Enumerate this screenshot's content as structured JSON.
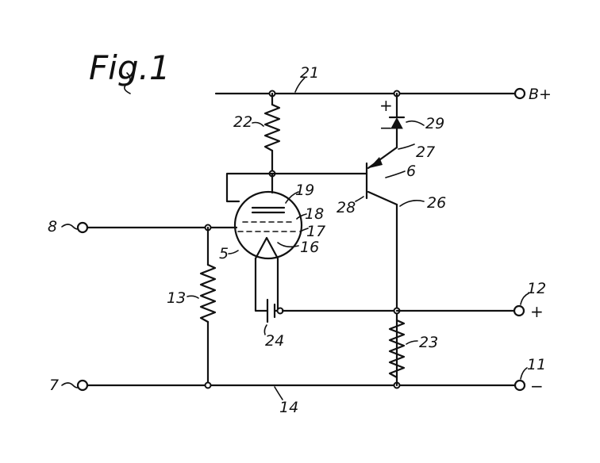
{
  "figure": {
    "title": "Fig.1"
  },
  "labels": {
    "bus_b_plus_line": "21",
    "resistor_plate": "22",
    "diode": "29",
    "emitter": "27",
    "transistor": "6",
    "base": "28",
    "collector": "26",
    "plate": "19",
    "grid_18": "18",
    "grid_17": "17",
    "cathode": "16",
    "tube": "5",
    "input_terminal_8": "8",
    "input_terminal_7": "7",
    "resistor_input": "13",
    "battery": "24",
    "resistor_load": "23",
    "output_terminal_12": "12",
    "output_terminal_11": "11",
    "ground_line": "14"
  },
  "terminals": {
    "b_plus": "B+",
    "plus_output": "+",
    "minus_output": "−",
    "diode_plus": "+",
    "diode_minus": "−"
  }
}
